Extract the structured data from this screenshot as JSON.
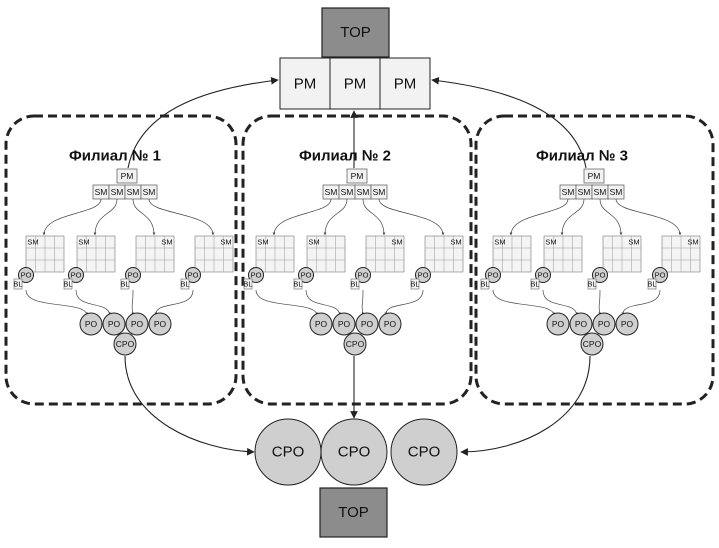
{
  "top": {
    "label": "TOP"
  },
  "bottom": {
    "label": "TOP"
  },
  "pm_row": [
    "PM",
    "PM",
    "PM"
  ],
  "cpo_row": [
    "CPO",
    "CPO",
    "CPO"
  ],
  "branches": [
    {
      "title": "Филиал № 1",
      "pm": "PM",
      "sm_row": [
        "SM",
        "SM",
        "SM",
        "SM"
      ],
      "sm_grid_label": "SM",
      "po_small": "PO",
      "bl_label": "BL",
      "po_row": [
        "PO",
        "PO",
        "PO",
        "PO"
      ],
      "cpo": "CPO"
    },
    {
      "title": "Филиал № 2",
      "pm": "PM",
      "sm_row": [
        "SM",
        "SM",
        "SM",
        "SM"
      ],
      "sm_grid_label": "SM",
      "po_small": "PO",
      "bl_label": "BL",
      "po_row": [
        "PO",
        "PO",
        "PO",
        "PO"
      ],
      "cpo": "CPO"
    },
    {
      "title": "Филиал № 3",
      "pm": "PM",
      "sm_row": [
        "SM",
        "SM",
        "SM",
        "SM"
      ],
      "sm_grid_label": "SM",
      "po_small": "PO",
      "bl_label": "BL",
      "po_row": [
        "PO",
        "PO",
        "PO",
        "PO"
      ],
      "cpo": "CPO"
    }
  ],
  "colors": {
    "top_fill": "#8c8c8c",
    "pm_fill": "#f2f2f2",
    "circle_fill": "#cfcfcf",
    "grid_fill": "#f4f4f4",
    "stroke": "#222222"
  }
}
